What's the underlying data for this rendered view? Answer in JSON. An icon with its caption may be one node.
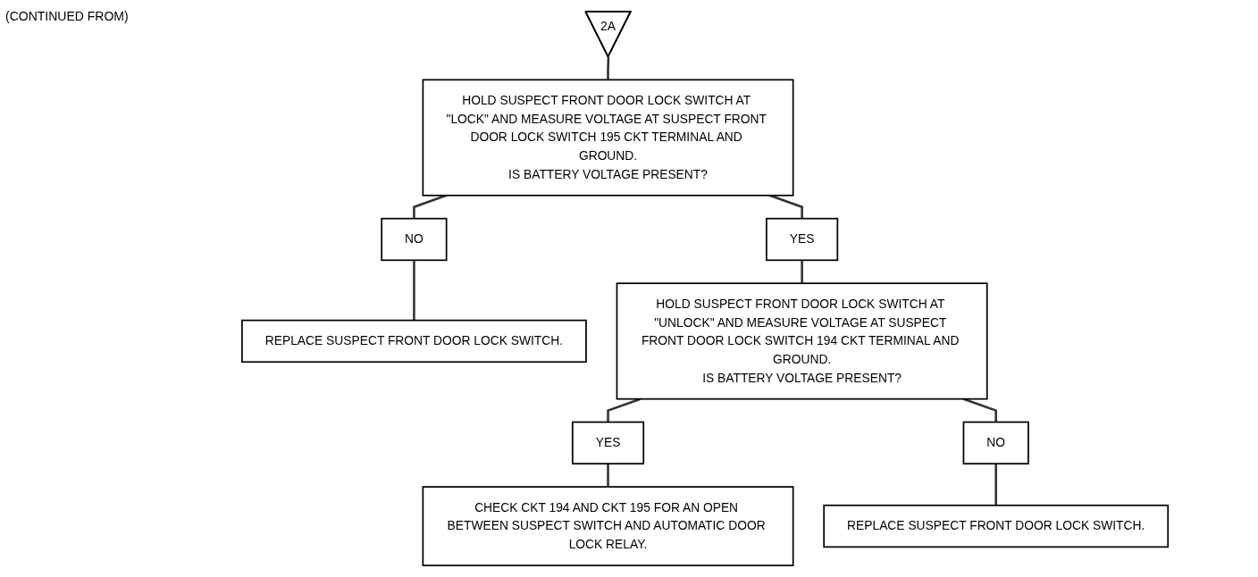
{
  "diagram": {
    "nodes": [
      {
        "text": [
          "2A"
        ]
      },
      {
        "text": [
          "HOLD SUSPECT FRONT DOOR LOCK SWITCH AT \"LOCK\" AND MEASURE VOLTAGE AT SUSPECT FRONT DOOR LOCK SWITCH 195 CKT TERMINAL AND GROUND.",
          "IS BATTERY VOLTAGE PRESENT?"
        ]
      },
      {
        "text": [
          "YES"
        ]
      },
      {
        "text": [
          "NO"
        ]
      },
      {
        "text": [
          "REPLACE SUSPECT FRONT DOOR LOCK SWITCH."
        ]
      },
      {
        "text": [
          "HOLD SUSPECT FRONT DOOR LOCK SWITCH AT \"UNLOCK\" AND MEASURE VOLTAGE AT SUSPECT FRONT DOOR LOCK SWITCH 194 CKT TERMINAL AND GROUND.",
          "IS BATTERY VOLTAGE PRESENT?"
        ]
      },
      {
        "text": [
          "YES"
        ]
      },
      {
        "text": [
          "NO"
        ]
      },
      {
        "text": [
          "CHECK CKT 194 AND CKT 195 FOR AN OPEN BETWEEN SUSPECT SWITCH AND AUTOMATIC DOOR LOCK RELAY."
        ]
      },
      {
        "text": [
          "REPLACE SUSPECT FRONT DOOR LOCK SWITCH."
        ]
      }
    ],
    "edges": [
      {
        "from": 0,
        "to": 1,
        "arrow": "none"
      },
      {
        "from": 1,
        "to": 2,
        "arrow": "none"
      },
      {
        "from": 1,
        "to": 3,
        "arrow": "none"
      },
      {
        "from": 3,
        "to": 4,
        "arrow": "none"
      },
      {
        "from": 2,
        "to": 5,
        "arrow": "none"
      },
      {
        "from": 5,
        "to": 6,
        "arrow": "none"
      },
      {
        "from": 5,
        "to": 7,
        "arrow": "none"
      },
      {
        "from": 6,
        "to": 8,
        "arrow": "none"
      },
      {
        "from": 7,
        "to": 9,
        "arrow": "none"
      }
    ],
    "labels": [
      "(CONTINUED FROM)"
    ]
  }
}
